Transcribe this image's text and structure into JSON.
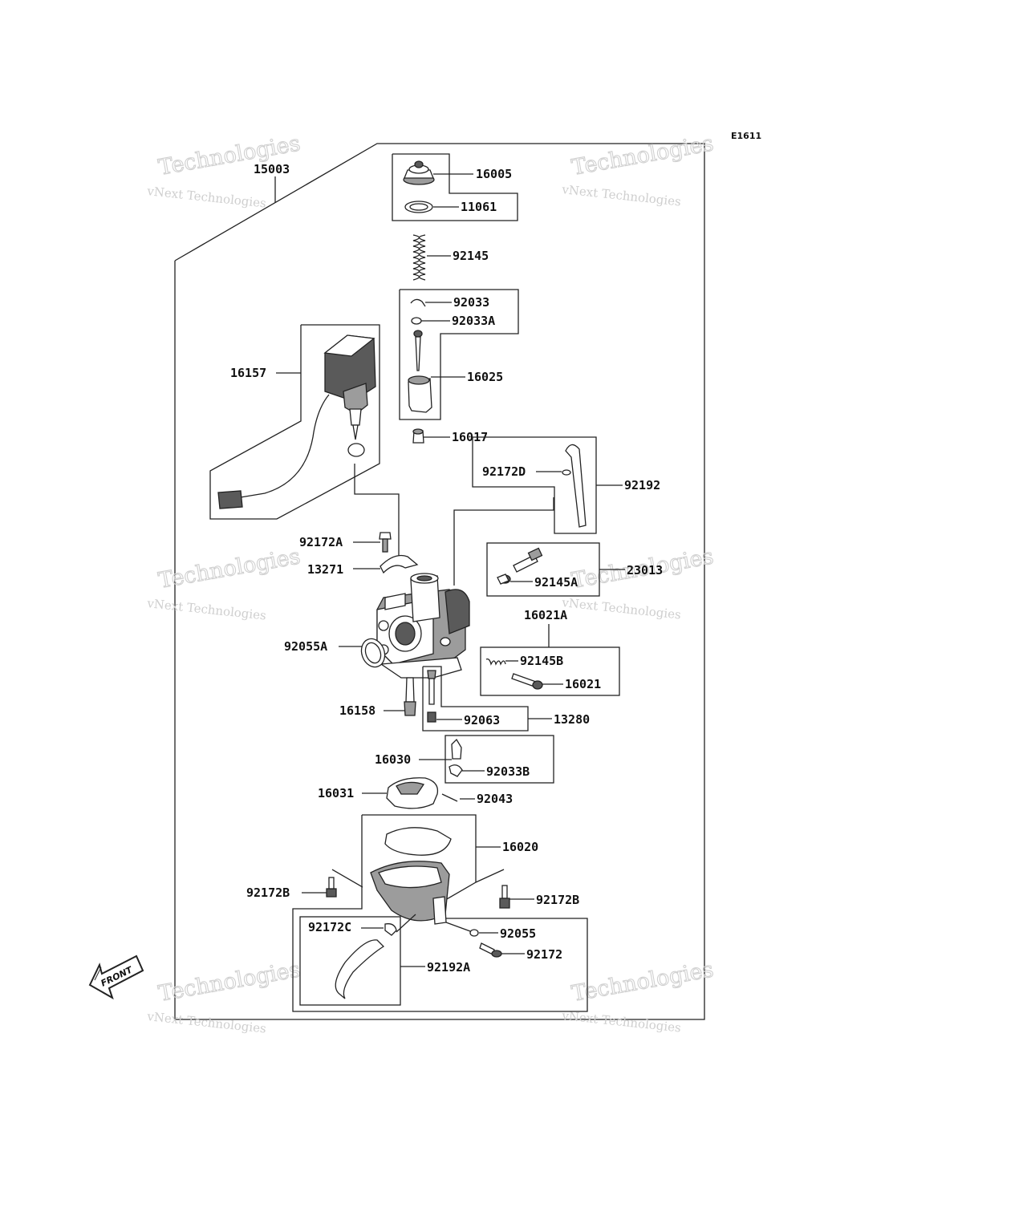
{
  "diagram_code": "E1611",
  "front_label": "FRONT",
  "watermark": {
    "line1": "vNext Technologies",
    "line2": "Technologies"
  },
  "parts": {
    "p15003": "15003",
    "p16005": "16005",
    "p11061": "11061",
    "p92145": "92145",
    "p92033": "92033",
    "p92033A": "92033A",
    "p16157": "16157",
    "p16025": "16025",
    "p16017": "16017",
    "p92172D": "92172D",
    "p92192": "92192",
    "p92172A": "92172A",
    "p23013": "23013",
    "p13271": "13271",
    "p92145A": "92145A",
    "p16021A": "16021A",
    "p92055A": "92055A",
    "p92145B": "92145B",
    "p16021": "16021",
    "p16158": "16158",
    "p92063": "92063",
    "p13280": "13280",
    "p16030": "16030",
    "p92033B": "92033B",
    "p16031": "16031",
    "p92043": "92043",
    "p16020": "16020",
    "p92172B_l": "92172B",
    "p92172B_r": "92172B",
    "p92172C": "92172C",
    "p92055": "92055",
    "p92172": "92172",
    "p92192A": "92192A"
  }
}
